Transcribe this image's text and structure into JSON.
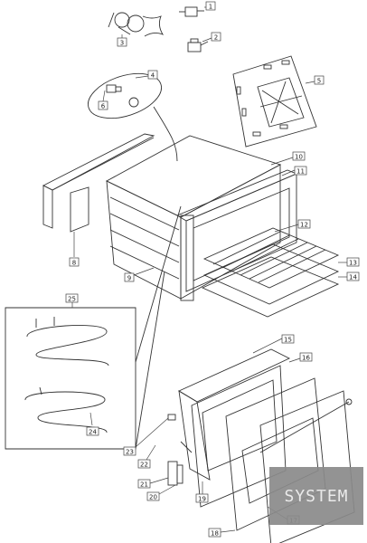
{
  "diagram": {
    "callouts": [
      "1",
      "2",
      "3",
      "4",
      "5",
      "6",
      "8",
      "9",
      "10",
      "11",
      "12",
      "13",
      "14",
      "15",
      "16",
      "17",
      "18",
      "19",
      "20",
      "21",
      "22",
      "23",
      "24",
      "25"
    ]
  },
  "watermark": {
    "text": "SYSTEM"
  },
  "colors": {
    "line": "#333333",
    "box": "#444444",
    "watermark_bg": "#8a8a8a"
  }
}
